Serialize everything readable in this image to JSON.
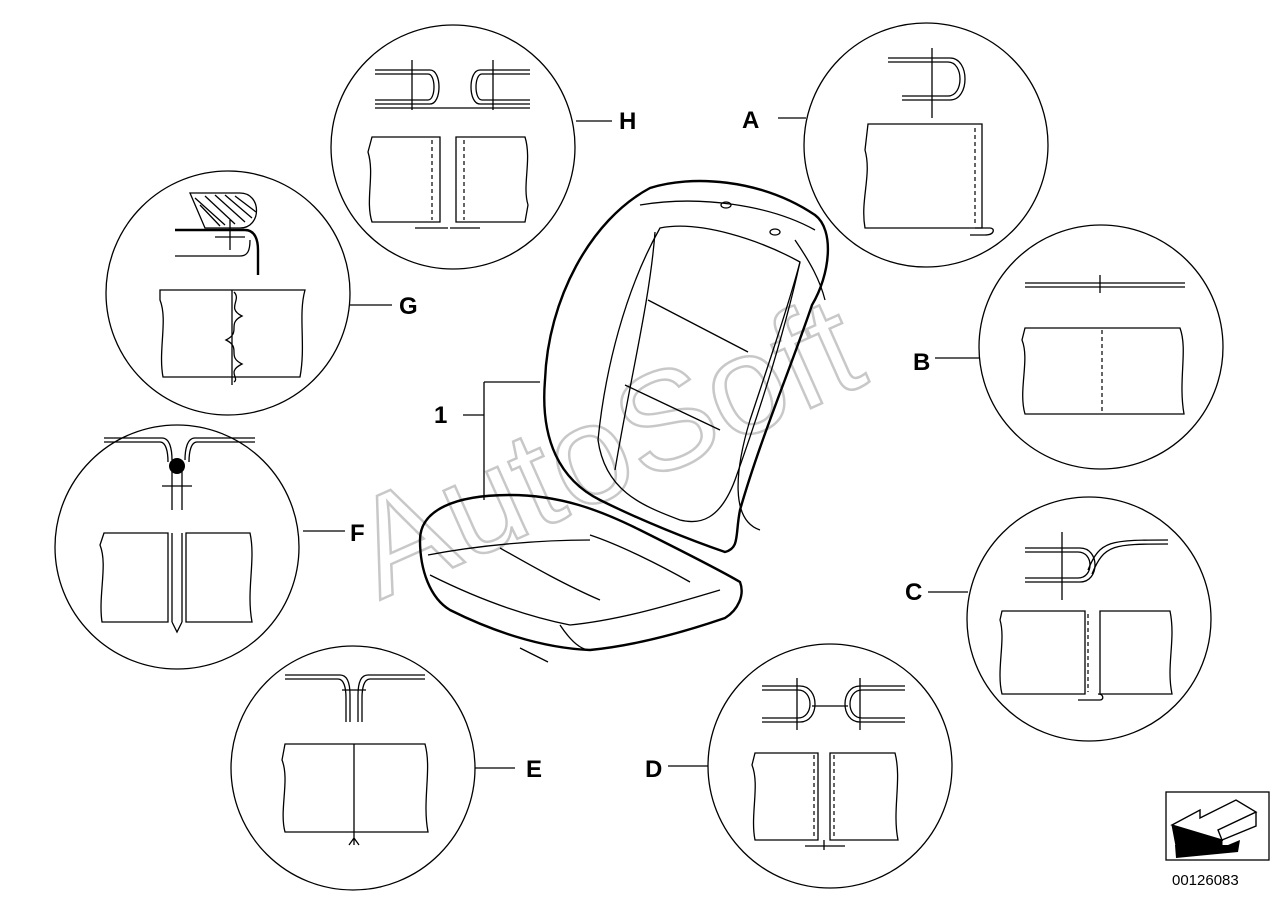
{
  "watermark": "AutoSoft",
  "part_label": "1",
  "detail_labels": {
    "A": "A",
    "B": "B",
    "C": "C",
    "D": "D",
    "E": "E",
    "F": "F",
    "G": "G",
    "H": "H"
  },
  "document_number": "00126083"
}
